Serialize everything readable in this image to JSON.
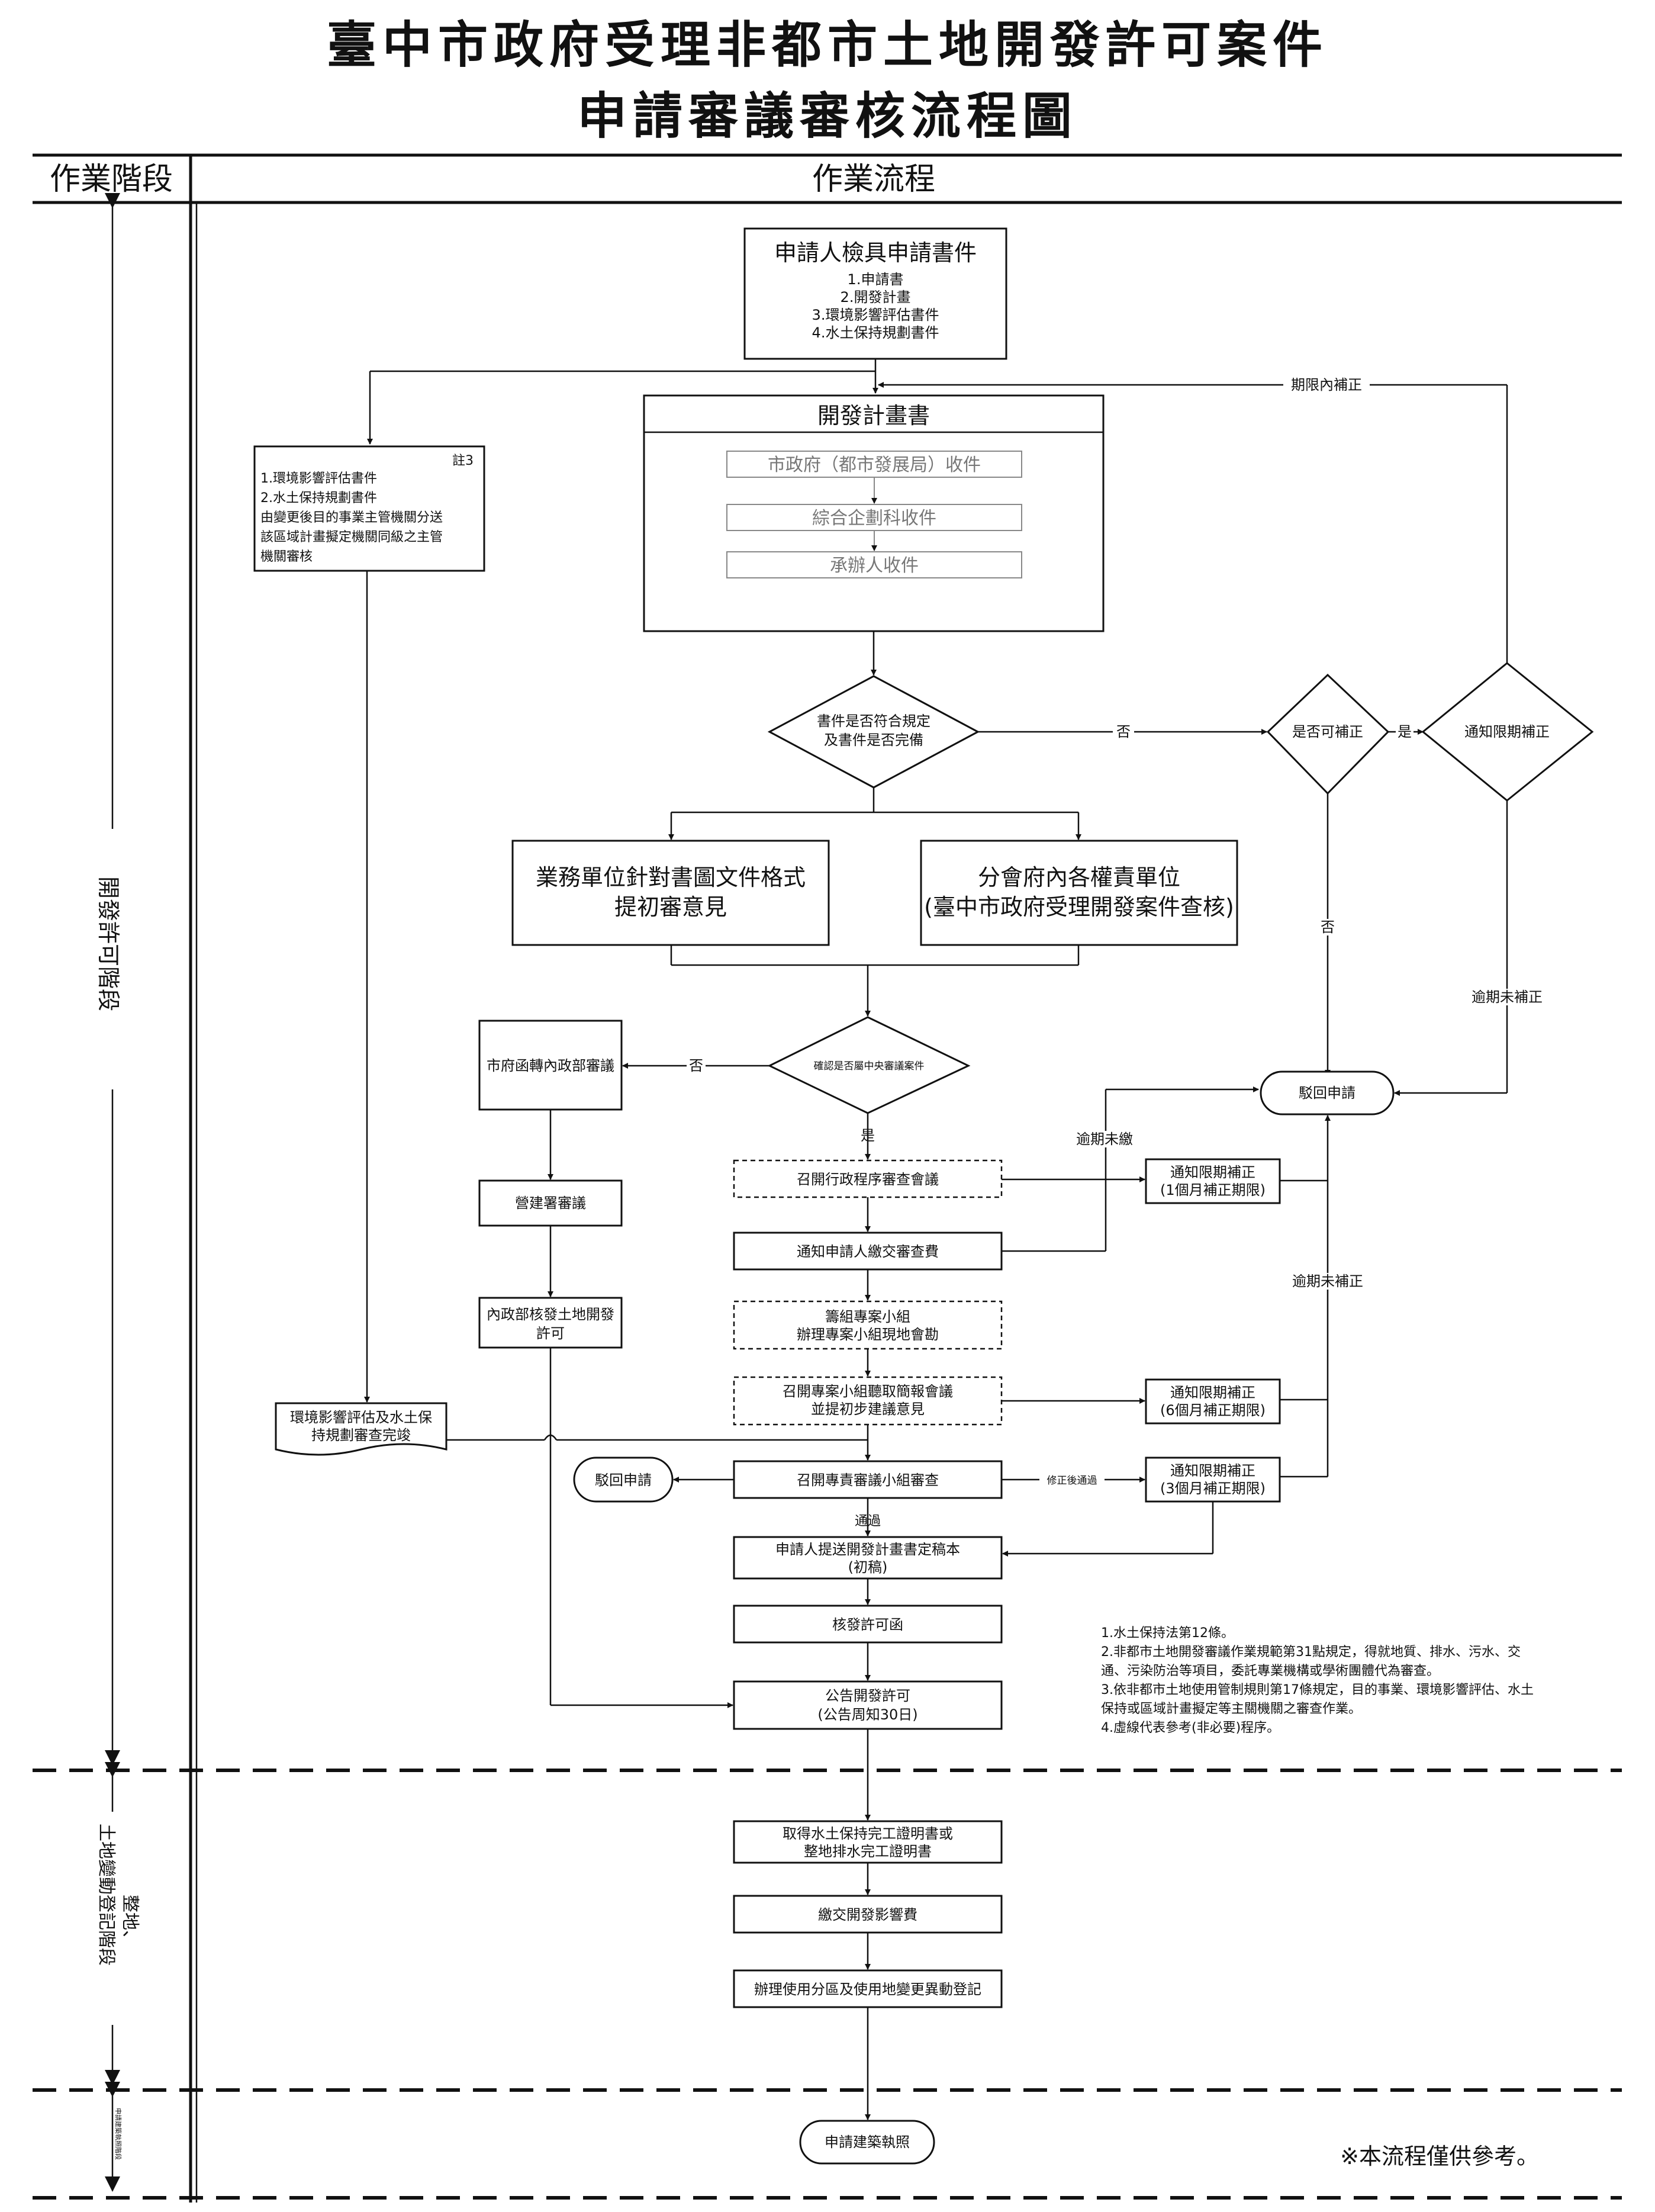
{
  "title": {
    "line1": "臺中市政府受理非都市土地開發許可案件",
    "line2": "申請審議審核流程圖"
  },
  "header": {
    "stage_col": "作業階段",
    "flow_col": "作業流程"
  },
  "stages": {
    "permit": "開發許可階段",
    "grading_line1": "整地、",
    "grading_line2": "土地變動登記階段",
    "building": "申請建築執照階段"
  },
  "boxes": {
    "apply": {
      "title": "申請人檢具申請書件",
      "items": [
        "1.申請書",
        "2.開發計畫",
        "3.環境影響評估書件",
        "4.水土保持規劃書件"
      ]
    },
    "plan": {
      "title": "開發計畫書",
      "receive1": "市政府（都市發展局）收件",
      "receive2": "綜合企劃科收件",
      "receive3": "承辦人收件"
    },
    "note3": {
      "tag": "註3",
      "lines": [
        "1.環境影響評估書件",
        "2.水土保持規劃書件",
        "由變更後目的事業主管機關分送",
        "該區域計畫擬定機關同級之主管",
        "機關審核"
      ]
    },
    "business_unit": {
      "line1": "業務單位針對書圖文件格式",
      "line2": "提初審意見"
    },
    "dept_unit": {
      "line1": "分會府內各權責單位",
      "line2": "(臺中市政府受理開發案件查核)"
    },
    "ministry_forward": "市府函轉內政部審議",
    "ministry_council": "營建署審議",
    "ministry_permit": {
      "line1": "內政部核發土地開發",
      "line2": "許可"
    },
    "env_done": {
      "line1": "環境影響評估及水土保",
      "line2": "持規劃審查完竣"
    },
    "admin_meeting": "召開行政程序審查會議",
    "notify_fee": "通知申請人繳交審查費",
    "expert_group": {
      "line1": "籌組專案小組",
      "line2": "辦理專案小組現地會勘"
    },
    "brief_meeting": {
      "line1": "召開專案小組聽取簡報會議",
      "line2": "並提初步建議意見"
    },
    "expert_review": "召開專責審議小組審查",
    "final_plan": {
      "line1": "申請人提送開發計畫書定稿本",
      "line2": "(初稿)"
    },
    "issue_permit": "核發許可函",
    "announce": {
      "line1": "公告開發許可",
      "line2": "(公告周知30日)"
    },
    "completion": {
      "line1": "取得水土保持完工證明書或",
      "line2": "整地排水完工證明書"
    },
    "impact_fee": "繳交開發影響費",
    "register": "辦理使用分區及使用地變更異動登記",
    "building_permit": "申請建築執照",
    "reject1": "駁回申請",
    "reject2": "駁回申請",
    "notify1": {
      "line1": "通知限期補正",
      "line2": "(1個月補正期限)"
    },
    "notify6": {
      "line1": "通知限期補正",
      "line2": "(6個月補正期限)"
    },
    "notify3": {
      "line1": "通知限期補正",
      "line2": "(3個月補正期限)"
    }
  },
  "diamonds": {
    "docs_ok": {
      "line1": "書件是否符合規定",
      "line2": "及書件是否完備"
    },
    "can_fix": "是否可補正",
    "notify_fix": "通知限期補正",
    "central_review": "確認是否屬中央審議案件"
  },
  "labels": {
    "no": "否",
    "yes": "是",
    "no2": "否",
    "yes2": "是",
    "no3": "否",
    "within_fix": "期限內補正",
    "overdue_fix1": "逾期未補正",
    "overdue_pay": "逾期未繳",
    "overdue_fix2": "逾期未補正",
    "after_fix": "修正後通過",
    "pass": "通過"
  },
  "notes": {
    "lines": [
      "1.水土保持法第12條。",
      "2.非都市土地開發審議作業規範第31點規定，得就地質、排水、污水、交",
      "通、污染防治等項目，委託專業機構或學術團體代為審查。",
      "3.依非都市土地使用管制規則第17條規定，目的事業、環境影響評估、水土",
      "保持或區域計畫擬定等主關機關之審查作業。",
      "4.虛線代表參考(非必要)程序。"
    ]
  },
  "footer": "※本流程僅供參考。"
}
